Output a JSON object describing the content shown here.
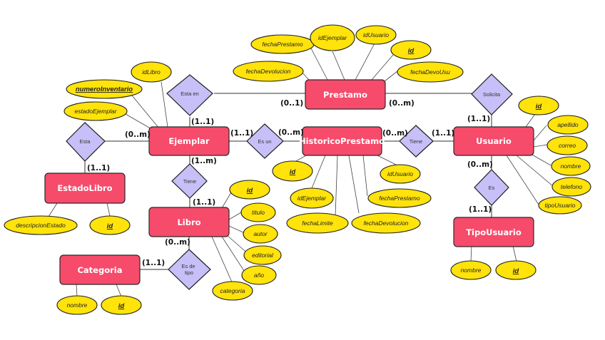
{
  "diagram": {
    "type": "entity-relationship",
    "colors": {
      "entity": "#f64b6a",
      "relationship": "#c7bff7",
      "attribute": "#ffe30a"
    },
    "entities": [
      {
        "key": "prestamo",
        "label": "Prestamo"
      },
      {
        "key": "ejemplar",
        "label": "Ejemplar"
      },
      {
        "key": "historico",
        "label": "HistoricoPrestamo"
      },
      {
        "key": "usuario",
        "label": "Usuario"
      },
      {
        "key": "estadolibro",
        "label": "EstadoLibro"
      },
      {
        "key": "libro",
        "label": "Libro"
      },
      {
        "key": "tipousuario",
        "label": "TipoUsuario"
      },
      {
        "key": "categoria",
        "label": "Categoria"
      }
    ],
    "relationships": [
      {
        "key": "esta_en",
        "label": "Esta en"
      },
      {
        "key": "solicita",
        "label": "Solicita"
      },
      {
        "key": "esta",
        "label": "Esta"
      },
      {
        "key": "es_un",
        "label": "Es un"
      },
      {
        "key": "tiene_usuario",
        "label": "Tiene"
      },
      {
        "key": "tiene_libro",
        "label": "Tiene"
      },
      {
        "key": "es",
        "label": "Es"
      },
      {
        "key": "es_de_tipo",
        "label": "Es de tipo"
      }
    ],
    "attributes": {
      "prestamo": [
        {
          "label": "fechaPrestamo",
          "key": false
        },
        {
          "label": "idEjemplar",
          "key": false
        },
        {
          "label": "idUsuario",
          "key": false
        },
        {
          "label": "id",
          "key": true
        },
        {
          "label": "fechaDevolucion",
          "key": false
        },
        {
          "label": "fechaDevoUsu",
          "key": false
        }
      ],
      "ejemplar": [
        {
          "label": "idLibro",
          "key": false
        },
        {
          "label": "numeroInventario",
          "key": true
        },
        {
          "label": "estadoEjemplar",
          "key": false
        }
      ],
      "historico": [
        {
          "label": "id",
          "key": true
        },
        {
          "label": "idEjemplar",
          "key": false
        },
        {
          "label": "fechaLimite",
          "key": false
        },
        {
          "label": "fechaDevolucion",
          "key": false
        },
        {
          "label": "fechaPrestamo",
          "key": false
        },
        {
          "label": "idUsuario",
          "key": false
        }
      ],
      "usuario": [
        {
          "label": "id",
          "key": true
        },
        {
          "label": "apellido",
          "key": false
        },
        {
          "label": "correo",
          "key": false
        },
        {
          "label": "nombre",
          "key": false
        },
        {
          "label": "telefono",
          "key": false
        },
        {
          "label": "tipoUsuario",
          "key": false
        }
      ],
      "estadolibro": [
        {
          "label": "descripcionEstado",
          "key": false
        },
        {
          "label": "id",
          "key": true
        }
      ],
      "libro": [
        {
          "label": "id",
          "key": true
        },
        {
          "label": "titulo",
          "key": false
        },
        {
          "label": "autor",
          "key": false
        },
        {
          "label": "editorial",
          "key": false
        },
        {
          "label": "año",
          "key": false
        },
        {
          "label": "categoria",
          "key": false
        }
      ],
      "tipousuario": [
        {
          "label": "nombre",
          "key": false
        },
        {
          "label": "id",
          "key": true
        }
      ],
      "categoria": [
        {
          "label": "nombre",
          "key": false
        },
        {
          "label": "id",
          "key": true
        }
      ]
    },
    "cardinalities": {
      "ejemplar_esta_en": "(1..1)",
      "prestamo_esta_en": "(0..1)",
      "prestamo_solicita": "(0..m)",
      "usuario_solicita": "(1..1)",
      "ejemplar_esta": "(0..m)",
      "estadolibro_esta": "(1..1)",
      "ejemplar_es_un": "(1..1)",
      "historico_es_un": "(0..m)",
      "historico_tiene": "(0..m)",
      "usuario_tiene": "(1..1)",
      "ejemplar_tiene": "(1..m)",
      "libro_tiene": "(1..1)",
      "usuario_es": "(0..m)",
      "tipousuario_es": "(1..1)",
      "libro_es_de_tipo": "(0..m)",
      "categoria_es_de_tipo": "(1..1)"
    }
  }
}
